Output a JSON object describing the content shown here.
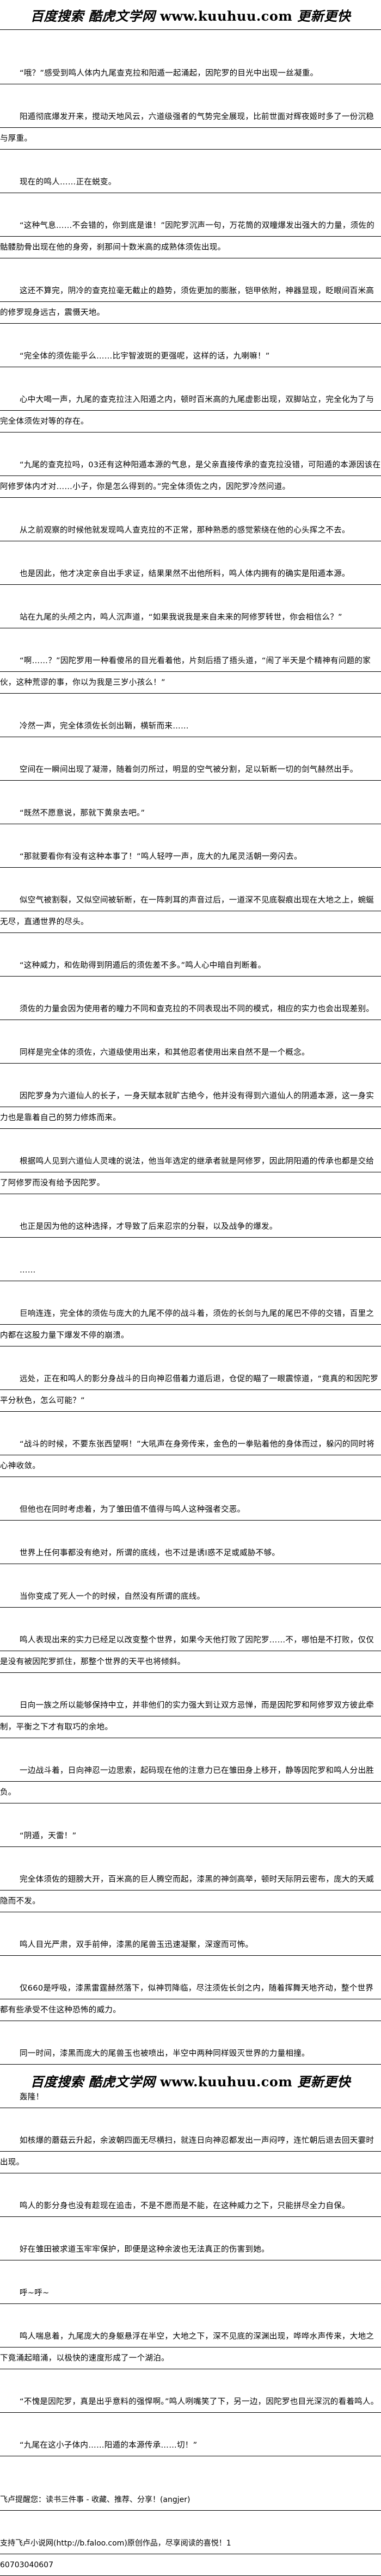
{
  "header_banner": {
    "cn_left": "百度搜索 酷虎文学网",
    "url": "www.kuuhuu.com",
    "cn_right": "更新更快"
  },
  "paragraphs": [
    "“哦？”感受到鸣人体内九尾查克拉和阳遁一起涌起，因陀罗的目光中出现一丝凝重。",
    "阳遁彻底爆发开来，搅动天地风云，六道级强者的气势完全展现，比前世面对辉夜姬时多了一份沉稳与厚重。",
    "现在的鸣人……正在蜕变。",
    "“这种气息……不会错的，你到底是谁！”因陀罗沉声一句，万花筒的双瞳爆发出强大的力量，须佐的骷髅肋骨出现在他的身旁，刹那间十数米高的成熟体须佐出现。",
    "这还不算完，阴冷的查克拉毫无截止的趋势，须佐更加的膨胀，铠甲依附，神器显现，眨眼间百米高的修罗现身远古，震慑天地。",
    "“完全体的须佐能乎么……比宇智波斑的更强呢，这样的话，九喇嘛！”",
    "心中大喝一声，九尾的查克拉注入阳遁之内，顿时百米高的九尾虚影出现，双脚站立，完全化为了与完全体须佐对等的存在。",
    "“九尾的查克拉吗，03还有这种阳遁本源的气息，是父亲直接传承的查克拉没错，可阳遁的本源因该在阿修罗体内才对……小子，你是怎么得到的。”完全体须佐之内，因陀罗冷然问道。",
    "从之前观察的时候他就发现鸣人查克拉的不正常，那种熟悉的感觉萦绕在他的心头挥之不去。",
    "也是因此，他才决定亲自出手求证，结果果然不出他所料，鸣人体内拥有的确实是阳遁本源。",
    "站在九尾的头颅之内，鸣人沉声道，“如果我说我是来自未来的阿修罗转世，你会相信么？”",
    "“啊……？”因陀罗用一种看傻吊的目光看着他，片刻后捂了捂头道，“闹了半天是个精神有问题的家伙，这种荒谬的事，你以为我是三岁小孩么！”",
    "冷然一声，完全体须佐长剑出鞘，横斩而来……",
    "空间在一瞬间出现了凝滞，随着剑刃所过，明显的空气被分割，足以斩断一切的剑气赫然出手。",
    "“既然不愿意说，那就下黄泉去吧。”",
    "“那就要看你有没有这种本事了！”鸣人轻哼一声，庞大的九尾灵活朝一旁闪去。",
    "似空气被割裂，又似空间被斩断，在一阵刺耳的声音过后，一道深不见底裂痕出现在大地之上，蜿蜒无尽，直通世界的尽头。",
    "“这种威力，和佐助得到阴遁后的须佐差不多。”鸣人心中暗自判断着。",
    "须佐的力量会因为使用者的瞳力不同和查克拉的不同表现出不同的模式，相应的实力也会出现差别。",
    "同样是完全体的须佐，六道级使用出来，和其他忍者使用出来自然不是一个概念。",
    "因陀罗身为六道仙人的长子，一身天赋本就旷古绝今，他并没有得到六道仙人的阴遁本源，这一身实力也是靠着自己的努力修炼而来。",
    "根据鸣人见到六道仙人灵魂的说法，他当年选定的继承者就是阿修罗，因此阴阳遁的传承也都是交给了阿修罗而没有给予因陀罗。",
    "也正是因为他的这种选择，才导致了后来忍宗的分裂，以及战争的爆发。",
    "……",
    "巨响连连，完全体的须佐与庞大的九尾不停的战斗着，须佐的长剑与九尾的尾巴不停的交错，百里之内都在这股力量下爆发不停的崩溃。",
    "远处，正在和鸣人的影分身战斗的日向神忍借着力道后退，仓促的瞄了一眼震惊道，“竟真的和因陀罗平分秋色，怎么可能？”",
    "“战斗的时候，不要东张西望啊！”大吼声在身旁传来，金色的一拳贴着他的身体而过，躲闪的同时将心神收敛。",
    "但他也在同时考虑着，为了雏田值不值得与鸣人这种强者交恶。",
    "世界上任何事都没有绝对，所谓的底线，也不过是诱I惑不足或威胁不够。",
    "当你变成了死人一个的时候，自然没有所谓的底线。",
    "鸣人表现出来的实力已经足以改变整个世界，如果今天他打败了因陀罗……不，哪怕是不打败，仅仅是没有被因陀罗抓住，那整个世界的天平也将倾斜。",
    "日向一族之所以能够保持中立，并非他们的实力强大到让双方忌惮，而是因陀罗和阿修罗双方彼此牵制，平衡之下才有取巧的余地。",
    "一边战斗着，日向神忍一边思索，起码现在他的注意力已在雏田身上移开，静等因陀罗和鸣人分出胜负。",
    "“阴遁，天雷！”",
    "完全体须佐的翅膀大开，百米高的巨人腾空而起，漆黑的神剑高举，顿时天际阴云密布，庞大的天威隐而不发。",
    "鸣人目光严肃，双手前伸，漆黑的尾兽玉迅速凝聚，深邃而可怖。",
    "仅660是呼吸，漆黑雷霆赫然落下，似神罚降临，尽注须佐长剑之内，随着挥舞天地齐动，整个世界都有些承受不住这种恐怖的威力。",
    "同一时间，漆黑而庞大的尾兽玉也被喷出，半空中两种同样毁灭世界的力量相撞。",
    "轰隆！",
    "如核爆的蘑菇云升起，余波朝四面无尽横扫，就连日向神忍都发出一声闷哼，连忙朝后退去回天霎时出现。",
    "鸣人的影分身也没有趁现在追击，不是不愿而是不能，在这种威力之下，只能拼尽全力自保。",
    "好在雏田被求道玉牢牢保护，即便是这种余波也无法真正的伤害到她。",
    "呼~呼~",
    "鸣人喘息着，九尾庞大的身躯悬浮在半空，大地之下，深不见底的深渊出现，哗哗水声传来，大地之下竟涌起暗涌，以极快的速度形成了一个湖泊。",
    "“不愧是因陀罗，真是出乎意料的强悍啊。”鸣人咧嘴笑了下，另一边，因陀罗也目光深沉的看着鸣人。",
    "“九尾在这小子体内……阳遁的本源传承……切！”"
  ],
  "footer": {
    "reminder": "飞卢提醒您：读书三件事 - 收藏、推荐、分享！(angjer)",
    "support": "支持飞卢小说网(http://b.faloo.com)原创作品，尽享阅读的喜悦！1",
    "code": "60703040607"
  },
  "footer_banner": {
    "cn_left": "百度搜索 酷虎文学网",
    "url": "www.kuuhuu.com",
    "cn_right": "更新更快"
  }
}
